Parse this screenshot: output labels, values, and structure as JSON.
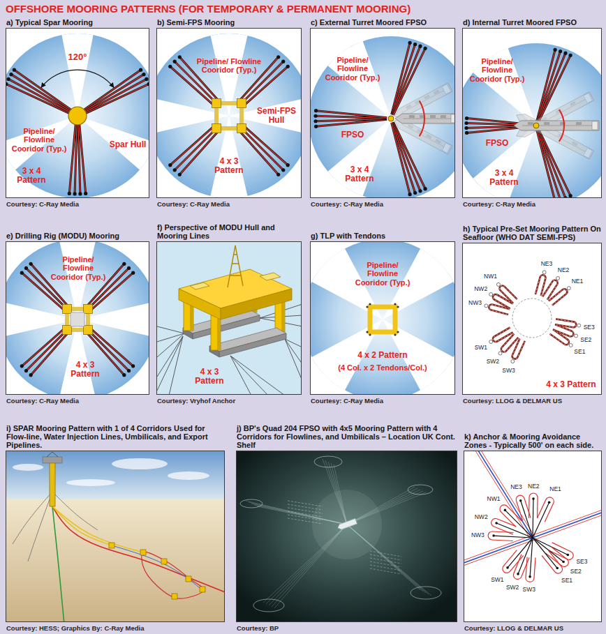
{
  "diagram": {
    "title": "OFFSHORE MOORING PATTERNS (FOR TEMPORARY & PERMANENT MOORING)",
    "nodes": [
      {
        "text": [
          "a) Typical Spar Mooring",
          "120°",
          "Pipeline/ Flowline Cooridor (Typ.)",
          "Spar Hull",
          "3 x 4 Pattern",
          "Courtesy: C-Ray Media"
        ]
      },
      {
        "text": [
          "b) Semi-FPS Mooring",
          "Pipeline/ Flowline Cooridor (Typ.)",
          "Semi-FPS Hull",
          "4 x 3 Pattern",
          "Courtesy: C-Ray Media"
        ]
      },
      {
        "text": [
          "c) External Turret Moored FPSO",
          "Pipeline/ Flowline Cooridor (Typ.)",
          "FPSO",
          "3 x 4 Pattern",
          "Courtesy: C-Ray Media"
        ]
      },
      {
        "text": [
          "d) Internal Turret Moored FPSO",
          "Pipeline/ Flowline Cooridor (Typ.)",
          "FPSO",
          "3 x 4 Pattern",
          "Courtesy: C-Ray Media"
        ]
      },
      {
        "text": [
          "e) Drilling Rig (MODU) Mooring",
          "Pipeline/ Flowline Cooridor (Typ.)",
          "4 x 3 Pattern",
          "Courtesy: C-Ray Media"
        ]
      },
      {
        "text": [
          "f) Perspective of MODU Hull and Mooring Lines",
          "4 x 3 Pattern",
          "Courtesy: Vryhof Anchor"
        ]
      },
      {
        "text": [
          "g) TLP with Tendons",
          "Pipeline/ Flowline Cooridor (Typ.)",
          "4 x 2 Pattern",
          "(4 Col. x 2 Tendons/Col.)",
          "Courtesy: C-Ray Media"
        ]
      },
      {
        "text": [
          "h) Typical Pre-Set Mooring Pattern On Seafloor (WHO DAT SEMI-FPS)",
          "NE3",
          "NE2",
          "NE1",
          "NW1",
          "NW2",
          "NW3",
          "SE3",
          "SE2",
          "SE1",
          "SW1",
          "SW2",
          "SW3",
          "4 x 3 Pattern",
          "Courtesy: LLOG & DELMAR US"
        ]
      },
      {
        "text": [
          "i) SPAR Mooring Pattern with 1 of 4 Corridors Used for Flow-line, Water Injection Lines, Umbilicals, and Export Pipelines.",
          "Courtesy: HESS; Graphics By: C-Ray Media"
        ]
      },
      {
        "text": [
          "j) BP's Quad 204 FPSO with 4x5 Mooring Pattern with 4 Corridors for Flowlines, and Umbilicals – Location UK Cont. Shelf",
          "Courtesy: BP"
        ]
      },
      {
        "text": [
          "k) Anchor & Mooring Avoidance Zones - Typically 500' on each side.",
          "NE3",
          "NE2",
          "NE1",
          "NW1",
          "NW2",
          "NW3",
          "SE3",
          "SE2",
          "SE1",
          "SW1",
          "SW2",
          "SW3",
          "Courtesy: LLOG & DELMAR US"
        ]
      }
    ]
  }
}
